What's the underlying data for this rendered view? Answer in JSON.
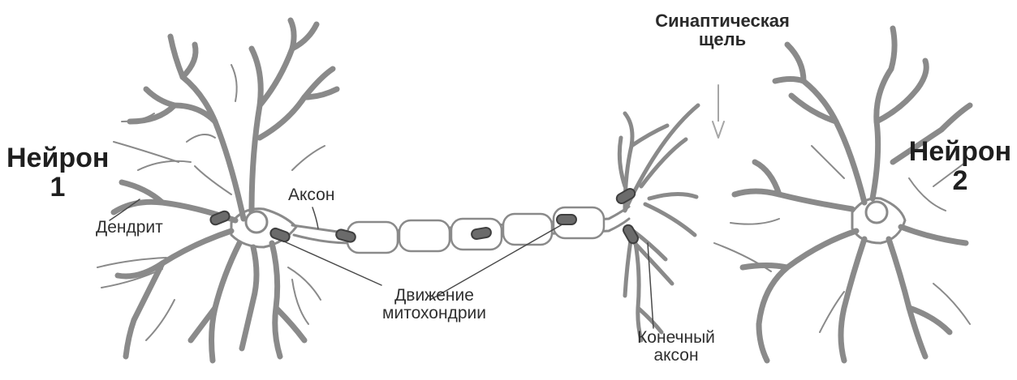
{
  "labels": {
    "neuron1": [
      "Нейрон",
      "1"
    ],
    "neuron2": [
      "Нейрон",
      "2"
    ],
    "dendrite": "Дендрит",
    "axon": "Аксон",
    "mitochondria": [
      "Движение",
      "митохондрии"
    ],
    "terminal": [
      "Конечный",
      "аксон"
    ],
    "synapse": [
      "Синаптическая",
      "щель"
    ]
  },
  "colors": {
    "line": "#8a8a8a",
    "line_dark": "#5a5a5a",
    "mito_fill": "#6b6b6b",
    "text": "#2f2f2f"
  }
}
